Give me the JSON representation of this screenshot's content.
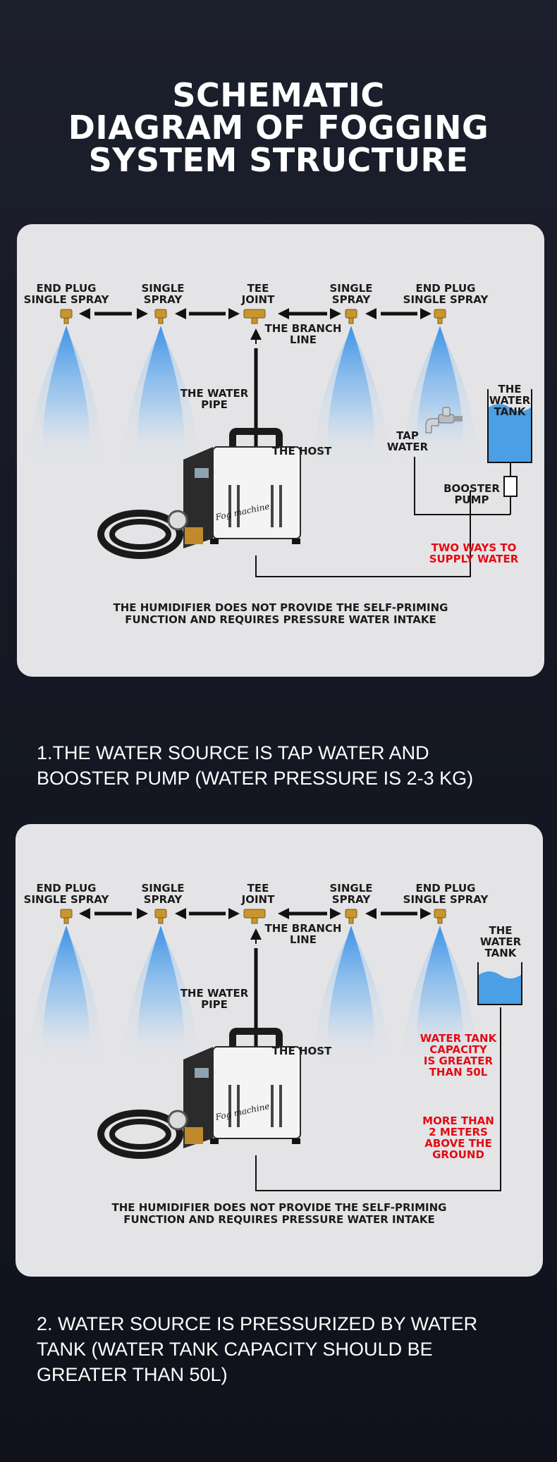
{
  "title": {
    "lines": [
      "SCHEMATIC",
      "DIAGRAM OF FOGGING",
      "SYSTEM STRUCTURE"
    ]
  },
  "colors": {
    "background": "#161925",
    "panel": "#e4e4e6",
    "accent_red": "#e30b14",
    "water_blue": "#4b9fe4",
    "label_text": "#1b1b1b"
  },
  "diagram1": {
    "nozzles": [
      {
        "line1": "END PLUG",
        "line2": "SINGLE SPRAY"
      },
      {
        "line1": "SINGLE",
        "line2": "SPRAY"
      },
      {
        "line1": "TEE",
        "line2": "JOINT"
      },
      {
        "line1": "SINGLE",
        "line2": "SPRAY"
      },
      {
        "line1": "END PLUG",
        "line2": "SINGLE SPRAY"
      }
    ],
    "branch_line": {
      "line1": "THE BRANCH",
      "line2": "LINE"
    },
    "water_pipe": {
      "line1": "THE WATER",
      "line2": "PIPE"
    },
    "host": "THE HOST",
    "machine_brand": "Fog machine",
    "tank": {
      "line1": "THE",
      "line2": "WATER",
      "line3": "TANK"
    },
    "tap": {
      "line1": "TAP",
      "line2": "WATER"
    },
    "booster": {
      "line1": "BOOSTER",
      "line2": "PUMP"
    },
    "supply": {
      "line1": "TWO WAYS TO",
      "line2": "SUPPLY WATER"
    },
    "note": {
      "line1": "THE HUMIDIFIER DOES NOT PROVIDE THE SELF-PRIMING",
      "line2": "FUNCTION AND REQUIRES PRESSURE WATER INTAKE"
    }
  },
  "caption1": {
    "line1": "1.THE WATER SOURCE IS TAP WATER AND",
    "line2": "BOOSTER PUMP (WATER PRESSURE IS 2-3 KG)"
  },
  "diagram2": {
    "nozzles": [
      {
        "line1": "END PLUG",
        "line2": "SINGLE SPRAY"
      },
      {
        "line1": "SINGLE",
        "line2": "SPRAY"
      },
      {
        "line1": "TEE",
        "line2": "JOINT"
      },
      {
        "line1": "SINGLE",
        "line2": "SPRAY"
      },
      {
        "line1": "END PLUG",
        "line2": "SINGLE SPRAY"
      }
    ],
    "branch_line": {
      "line1": "THE BRANCH",
      "line2": "LINE"
    },
    "water_pipe": {
      "line1": "THE WATER",
      "line2": "PIPE"
    },
    "host": "THE HOST",
    "machine_brand": "Fog machine",
    "tank": {
      "line1": "THE",
      "line2": "WATER",
      "line3": "TANK"
    },
    "capacity": {
      "line1": "WATER TANK",
      "line2": "CAPACITY",
      "line3": "IS GREATER",
      "line4": "THAN 50L"
    },
    "height": {
      "line1": "MORE THAN",
      "line2": "2 METERS",
      "line3": "ABOVE THE",
      "line4": "GROUND"
    },
    "note": {
      "line1": "THE HUMIDIFIER DOES NOT PROVIDE THE SELF-PRIMING",
      "line2": "FUNCTION AND REQUIRES PRESSURE WATER INTAKE"
    }
  },
  "caption2": {
    "line1": "2. WATER SOURCE IS PRESSURIZED BY WATER",
    "line2": "TANK (WATER TANK CAPACITY SHOULD BE",
    "line3": "GREATER THAN 50L)"
  }
}
